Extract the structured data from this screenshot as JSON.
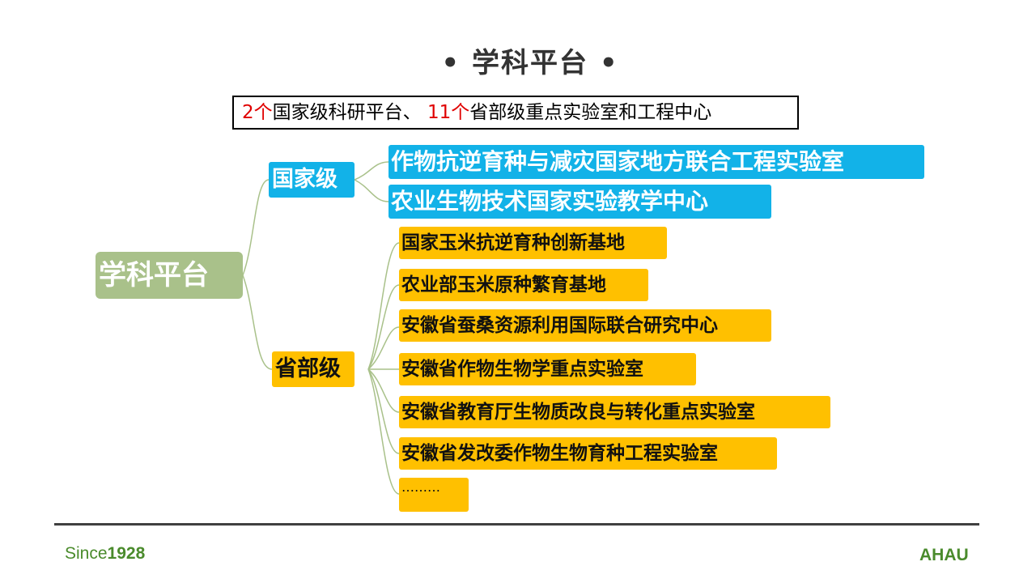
{
  "title": "• 学科平台 •",
  "summary": {
    "count_national": "2个",
    "text_national": "国家级科研平台、 ",
    "count_provincial": "11个",
    "text_provincial": "省部级重点实验室和工程中心"
  },
  "tree": {
    "root": "学科平台",
    "national": {
      "label": "国家级",
      "items": [
        "作物抗逆育种与减灾国家地方联合工程实验室",
        "农业生物技术国家实验教学中心"
      ]
    },
    "provincial": {
      "label": "省部级",
      "items": [
        "国家玉米抗逆育种创新基地",
        "农业部玉米原种繁育基地",
        "安徽省蚕桑资源利用国际联合研究中心",
        "安徽省作物生物学重点实验室",
        "安徽省教育厅生物质改良与转化重点实验室",
        "安徽省发改委作物生物育种工程实验室",
        "………"
      ]
    }
  },
  "colors": {
    "root": "#a9c18a",
    "national": "#12b2e8",
    "provincial": "#ffc000",
    "connector": "#a9c18a",
    "footer": "#4a8b2c"
  },
  "footer": {
    "since_text": "Since",
    "since_year": "1928",
    "brand": "AHAU"
  }
}
